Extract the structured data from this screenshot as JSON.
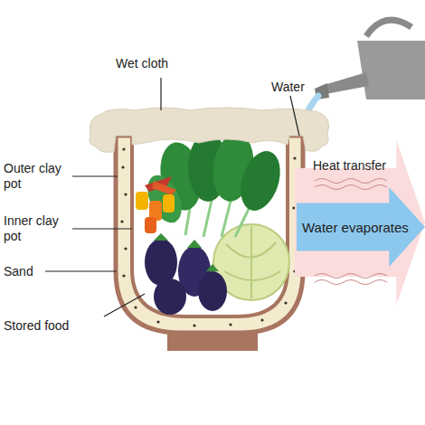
{
  "diagram": {
    "nodes": [
      {
        "text": [
          "Heat transfer"
        ]
      },
      {
        "text": [
          "Water evaporates"
        ],
        "in": 0
      }
    ],
    "labels": [
      "Wet cloth",
      "Water",
      "Outer clay pot",
      "Inner clay pot",
      "Sand",
      "Stored food"
    ]
  }
}
